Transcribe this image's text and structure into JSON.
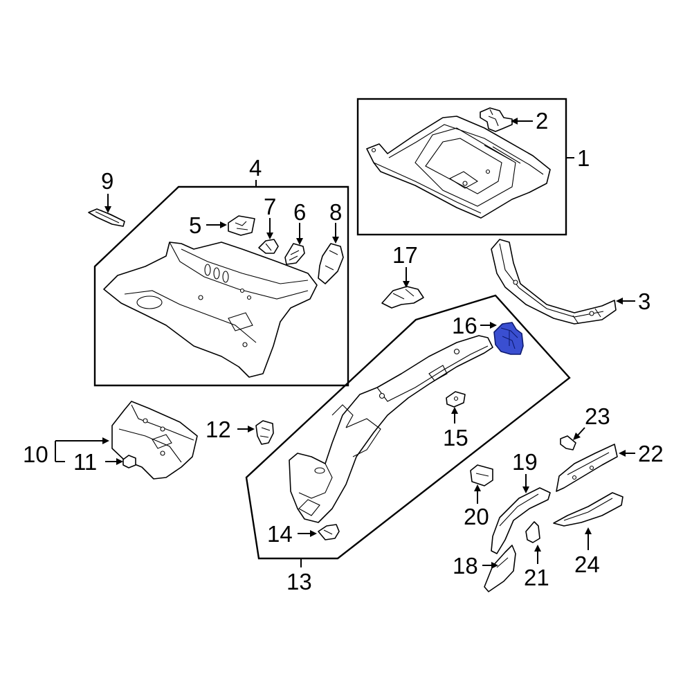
{
  "diagram": {
    "highlight_color": "#3a4fd1",
    "highlighted_part": "16",
    "callouts": {
      "c1": "1",
      "c2": "2",
      "c3": "3",
      "c4": "4",
      "c5": "5",
      "c6": "6",
      "c7": "7",
      "c8": "8",
      "c9": "9",
      "c10": "10",
      "c11": "11",
      "c12": "12",
      "c13": "13",
      "c14": "14",
      "c15": "15",
      "c16": "16",
      "c17": "17",
      "c18": "18",
      "c19": "19",
      "c20": "20",
      "c21": "21",
      "c22": "22",
      "c23": "23",
      "c24": "24"
    }
  }
}
